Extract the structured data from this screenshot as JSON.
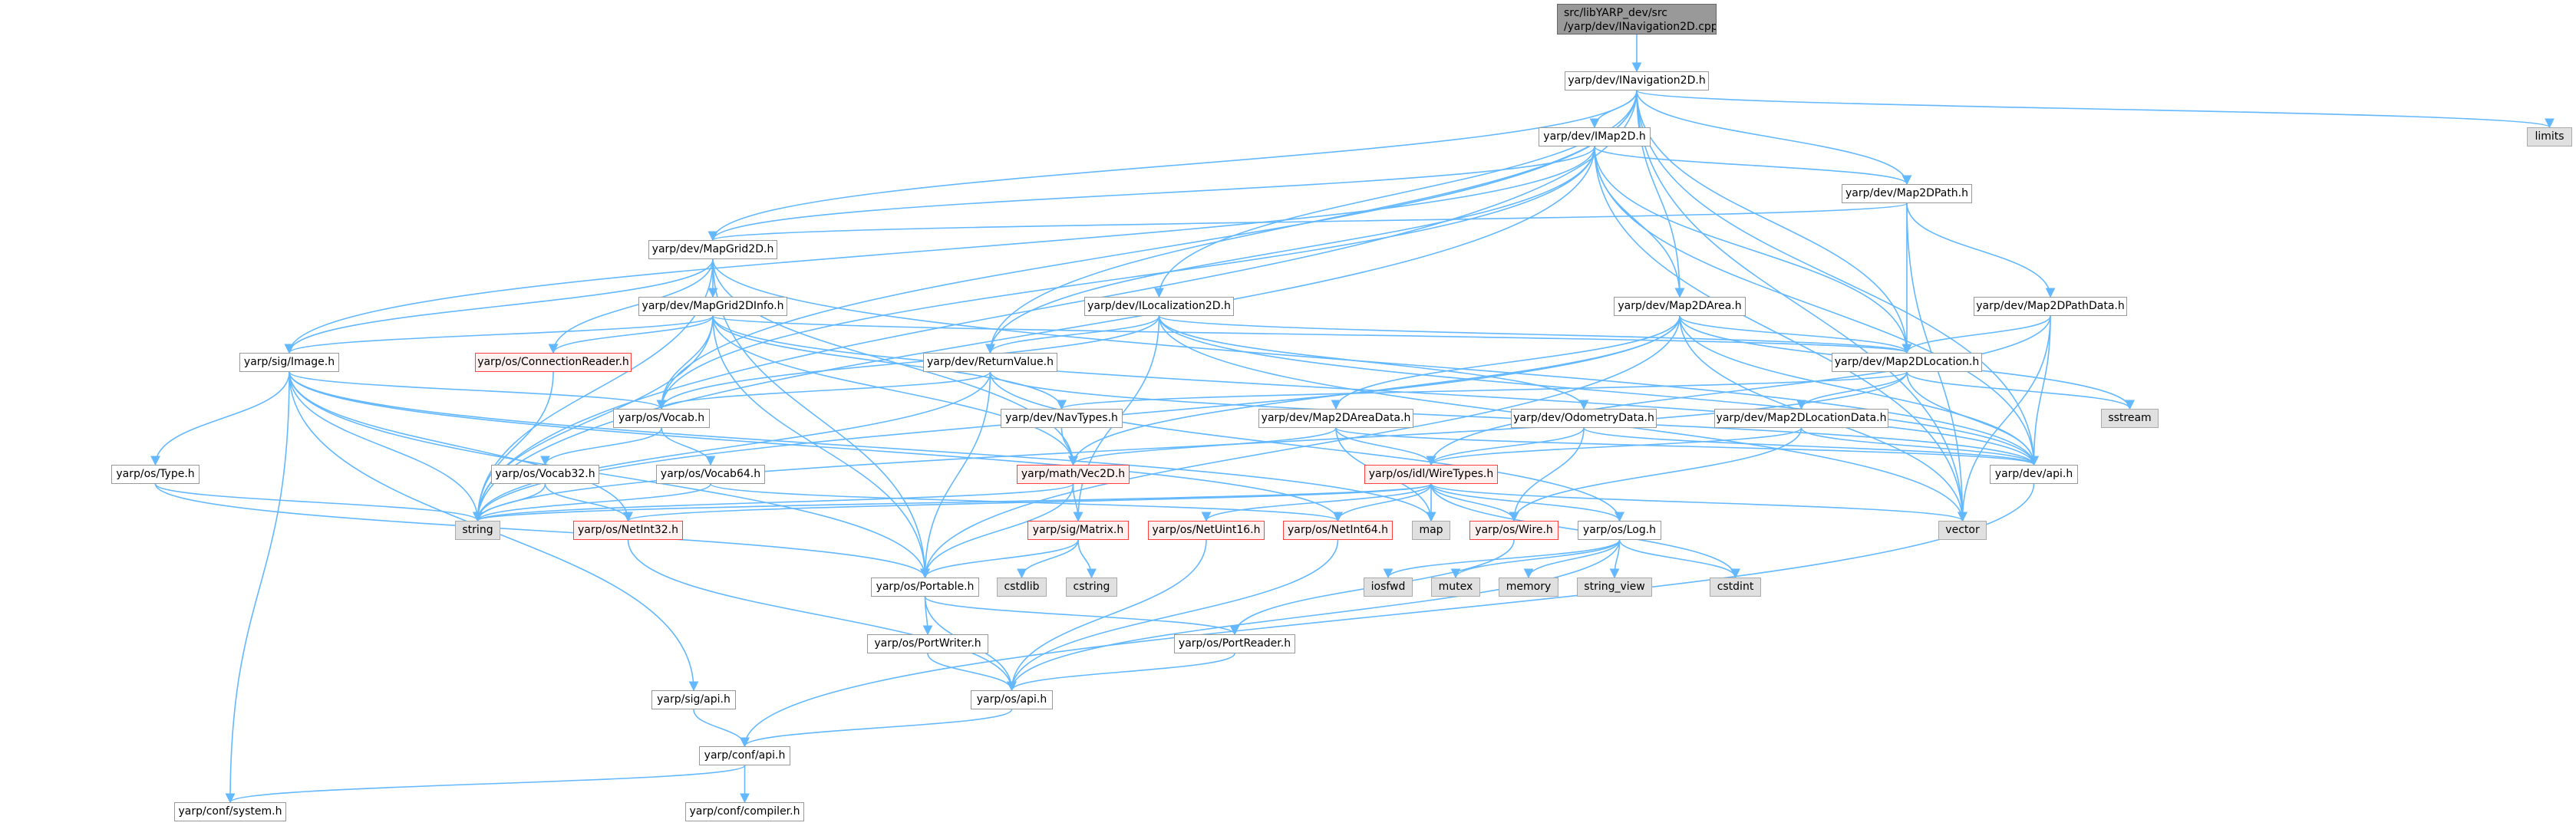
{
  "colors": {
    "edge": "#63b8ff",
    "root_fill": "#999999",
    "system_fill": "#e0e0e0",
    "truncated_border": "#ff4040"
  },
  "nodes": {
    "cpp": {
      "line1": "src/libYARP_dev/src",
      "line2": "/yarp/dev/INavigation2D.cpp"
    },
    "inav": {
      "label": "yarp/dev/INavigation2D.h"
    },
    "imap": {
      "label": "yarp/dev/IMap2D.h"
    },
    "limits": {
      "label": "limits"
    },
    "map2dpath": {
      "label": "yarp/dev/Map2DPath.h"
    },
    "mapgrid2d": {
      "label": "yarp/dev/MapGrid2D.h"
    },
    "mapgrid2dinfo": {
      "label": "yarp/dev/MapGrid2DInfo.h"
    },
    "ilocalization": {
      "label": "yarp/dev/ILocalization2D.h"
    },
    "map2darea": {
      "label": "yarp/dev/Map2DArea.h"
    },
    "map2dpathdata": {
      "label": "yarp/dev/Map2DPathData.h"
    },
    "image": {
      "label": "yarp/sig/Image.h"
    },
    "connreader": {
      "label": "yarp/os/ConnectionReader.h"
    },
    "returnvalue": {
      "label": "yarp/dev/ReturnValue.h"
    },
    "map2dlocation": {
      "label": "yarp/dev/Map2DLocation.h"
    },
    "vocab": {
      "label": "yarp/os/Vocab.h"
    },
    "navtypes": {
      "label": "yarp/dev/NavTypes.h"
    },
    "map2dareadata": {
      "label": "yarp/dev/Map2DAreaData.h"
    },
    "odometry": {
      "label": "yarp/dev/OdometryData.h"
    },
    "map2dlocdata": {
      "label": "yarp/dev/Map2DLocationData.h"
    },
    "sstream": {
      "label": "sstream"
    },
    "type": {
      "label": "yarp/os/Type.h"
    },
    "vocab32": {
      "label": "yarp/os/Vocab32.h"
    },
    "vocab64": {
      "label": "yarp/os/Vocab64.h"
    },
    "vec2d": {
      "label": "yarp/math/Vec2D.h"
    },
    "wiretypes": {
      "label": "yarp/os/idl/WireTypes.h"
    },
    "devapi": {
      "label": "yarp/dev/api.h"
    },
    "string": {
      "label": "string"
    },
    "netint32": {
      "label": "yarp/os/NetInt32.h"
    },
    "matrix": {
      "label": "yarp/sig/Matrix.h"
    },
    "netuint16": {
      "label": "yarp/os/NetUint16.h"
    },
    "netint64": {
      "label": "yarp/os/NetInt64.h"
    },
    "map": {
      "label": "map"
    },
    "wire": {
      "label": "yarp/os/Wire.h"
    },
    "log": {
      "label": "yarp/os/Log.h"
    },
    "vector": {
      "label": "vector"
    },
    "portable": {
      "label": "yarp/os/Portable.h"
    },
    "cstdlib": {
      "label": "cstdlib"
    },
    "cstring": {
      "label": "cstring"
    },
    "iosfwd": {
      "label": "iosfwd"
    },
    "mutex": {
      "label": "mutex"
    },
    "memory": {
      "label": "memory"
    },
    "string_view": {
      "label": "string_view"
    },
    "cstdint": {
      "label": "cstdint"
    },
    "portwriter": {
      "label": "yarp/os/PortWriter.h"
    },
    "portreader": {
      "label": "yarp/os/PortReader.h"
    },
    "sigapi": {
      "label": "yarp/sig/api.h"
    },
    "osapi": {
      "label": "yarp/os/api.h"
    },
    "confapi": {
      "label": "yarp/conf/api.h"
    },
    "confsystem": {
      "label": "yarp/conf/system.h"
    },
    "confcompiler": {
      "label": "yarp/conf/compiler.h"
    }
  },
  "edges": [
    [
      "cpp",
      "inav"
    ],
    [
      "inav",
      "imap"
    ],
    [
      "inav",
      "map2dpath"
    ],
    [
      "inav",
      "mapgrid2d"
    ],
    [
      "inav",
      "ilocalization"
    ],
    [
      "inav",
      "map2darea"
    ],
    [
      "inav",
      "map2dlocation"
    ],
    [
      "inav",
      "returnvalue"
    ],
    [
      "inav",
      "vocab"
    ],
    [
      "inav",
      "devapi"
    ],
    [
      "inav",
      "string"
    ],
    [
      "inav",
      "vector"
    ],
    [
      "inav",
      "limits"
    ],
    [
      "imap",
      "mapgrid2d"
    ],
    [
      "imap",
      "map2dpath"
    ],
    [
      "imap",
      "map2darea"
    ],
    [
      "imap",
      "map2dlocation"
    ],
    [
      "imap",
      "returnvalue"
    ],
    [
      "imap",
      "image"
    ],
    [
      "imap",
      "vocab"
    ],
    [
      "imap",
      "devapi"
    ],
    [
      "imap",
      "string"
    ],
    [
      "imap",
      "vector"
    ],
    [
      "map2dpath",
      "mapgrid2d"
    ],
    [
      "map2dpath",
      "map2dlocation"
    ],
    [
      "map2dpath",
      "map2dpathdata"
    ],
    [
      "map2dpath",
      "vector"
    ],
    [
      "mapgrid2d",
      "mapgrid2dinfo"
    ],
    [
      "mapgrid2d",
      "image"
    ],
    [
      "mapgrid2d",
      "connreader"
    ],
    [
      "mapgrid2d",
      "string"
    ],
    [
      "mapgrid2d",
      "vec2d"
    ],
    [
      "mapgrid2d",
      "portable"
    ],
    [
      "mapgrid2d",
      "devapi"
    ],
    [
      "mapgrid2dinfo",
      "image"
    ],
    [
      "mapgrid2dinfo",
      "connreader"
    ],
    [
      "mapgrid2dinfo",
      "map2dlocation"
    ],
    [
      "mapgrid2dinfo",
      "vec2d"
    ],
    [
      "mapgrid2dinfo",
      "navtypes"
    ],
    [
      "mapgrid2dinfo",
      "string"
    ],
    [
      "mapgrid2dinfo",
      "portable"
    ],
    [
      "mapgrid2dinfo",
      "devapi"
    ],
    [
      "mapgrid2dinfo",
      "vocab"
    ],
    [
      "ilocalization",
      "map2dlocation"
    ],
    [
      "ilocalization",
      "returnvalue"
    ],
    [
      "ilocalization",
      "odometry"
    ],
    [
      "ilocalization",
      "matrix"
    ],
    [
      "ilocalization",
      "vocab"
    ],
    [
      "ilocalization",
      "devapi"
    ],
    [
      "ilocalization",
      "vector"
    ],
    [
      "map2darea",
      "map2dlocation"
    ],
    [
      "map2darea",
      "map2dareadata"
    ],
    [
      "map2darea",
      "vec2d"
    ],
    [
      "map2darea",
      "portable"
    ],
    [
      "map2darea",
      "string"
    ],
    [
      "map2darea",
      "vector"
    ],
    [
      "map2darea",
      "devapi"
    ],
    [
      "map2darea",
      "sstream"
    ],
    [
      "map2dpathdata",
      "map2dlocation"
    ],
    [
      "map2dpathdata",
      "wiretypes"
    ],
    [
      "map2dpathdata",
      "devapi"
    ],
    [
      "map2dpathdata",
      "vector"
    ],
    [
      "map2dlocation",
      "map2dlocdata"
    ],
    [
      "map2dlocation",
      "navtypes"
    ],
    [
      "map2dlocation",
      "sstream"
    ],
    [
      "map2dlocation",
      "devapi"
    ],
    [
      "map2dlocation",
      "string"
    ],
    [
      "returnvalue",
      "vocab"
    ],
    [
      "returnvalue",
      "portable"
    ],
    [
      "returnvalue",
      "string"
    ],
    [
      "returnvalue",
      "devapi"
    ],
    [
      "returnvalue",
      "log"
    ],
    [
      "image",
      "type"
    ],
    [
      "image",
      "vocab"
    ],
    [
      "image",
      "portable"
    ],
    [
      "image",
      "string"
    ],
    [
      "image",
      "netint32"
    ],
    [
      "image",
      "sigapi"
    ],
    [
      "image",
      "confsystem"
    ],
    [
      "image",
      "map"
    ],
    [
      "image",
      "netint64"
    ],
    [
      "connreader",
      "string"
    ],
    [
      "vocab",
      "vocab32"
    ],
    [
      "vocab",
      "vocab64"
    ],
    [
      "vocab32",
      "netint32"
    ],
    [
      "vocab32",
      "string"
    ],
    [
      "vocab64",
      "netint64"
    ],
    [
      "vocab64",
      "string"
    ],
    [
      "type",
      "string"
    ],
    [
      "type",
      "portable"
    ],
    [
      "navtypes",
      "vec2d"
    ],
    [
      "map2dareadata",
      "wiretypes"
    ],
    [
      "map2dareadata",
      "vec2d"
    ],
    [
      "map2dareadata",
      "map"
    ],
    [
      "map2dareadata",
      "devapi"
    ],
    [
      "odometry",
      "wiretypes"
    ],
    [
      "odometry",
      "wire"
    ],
    [
      "odometry",
      "devapi"
    ],
    [
      "map2dlocdata",
      "wiretypes"
    ],
    [
      "map2dlocdata",
      "wire"
    ],
    [
      "map2dlocdata",
      "devapi"
    ],
    [
      "vec2d",
      "matrix"
    ],
    [
      "vec2d",
      "portable"
    ],
    [
      "vec2d",
      "string"
    ],
    [
      "wiretypes",
      "string"
    ],
    [
      "wiretypes",
      "map"
    ],
    [
      "wiretypes",
      "vector"
    ],
    [
      "wiretypes",
      "netint32"
    ],
    [
      "wiretypes",
      "netuint16"
    ],
    [
      "wiretypes",
      "netint64"
    ],
    [
      "wiretypes",
      "wire"
    ],
    [
      "wiretypes",
      "log"
    ],
    [
      "wiretypes",
      "cstdint"
    ],
    [
      "matrix",
      "portable"
    ],
    [
      "matrix",
      "cstdlib"
    ],
    [
      "matrix",
      "cstring"
    ],
    [
      "netint32",
      "osapi"
    ],
    [
      "netuint16",
      "osapi"
    ],
    [
      "netint64",
      "osapi"
    ],
    [
      "wire",
      "portreader"
    ],
    [
      "log",
      "iosfwd"
    ],
    [
      "log",
      "mutex"
    ],
    [
      "log",
      "memory"
    ],
    [
      "log",
      "string_view"
    ],
    [
      "log",
      "cstdint"
    ],
    [
      "log",
      "osapi"
    ],
    [
      "portable",
      "portwriter"
    ],
    [
      "portable",
      "portreader"
    ],
    [
      "portable",
      "osapi"
    ],
    [
      "portwriter",
      "osapi"
    ],
    [
      "portreader",
      "osapi"
    ],
    [
      "osapi",
      "confapi"
    ],
    [
      "sigapi",
      "confapi"
    ],
    [
      "devapi",
      "confapi"
    ],
    [
      "confapi",
      "confsystem"
    ],
    [
      "confapi",
      "confcompiler"
    ]
  ]
}
